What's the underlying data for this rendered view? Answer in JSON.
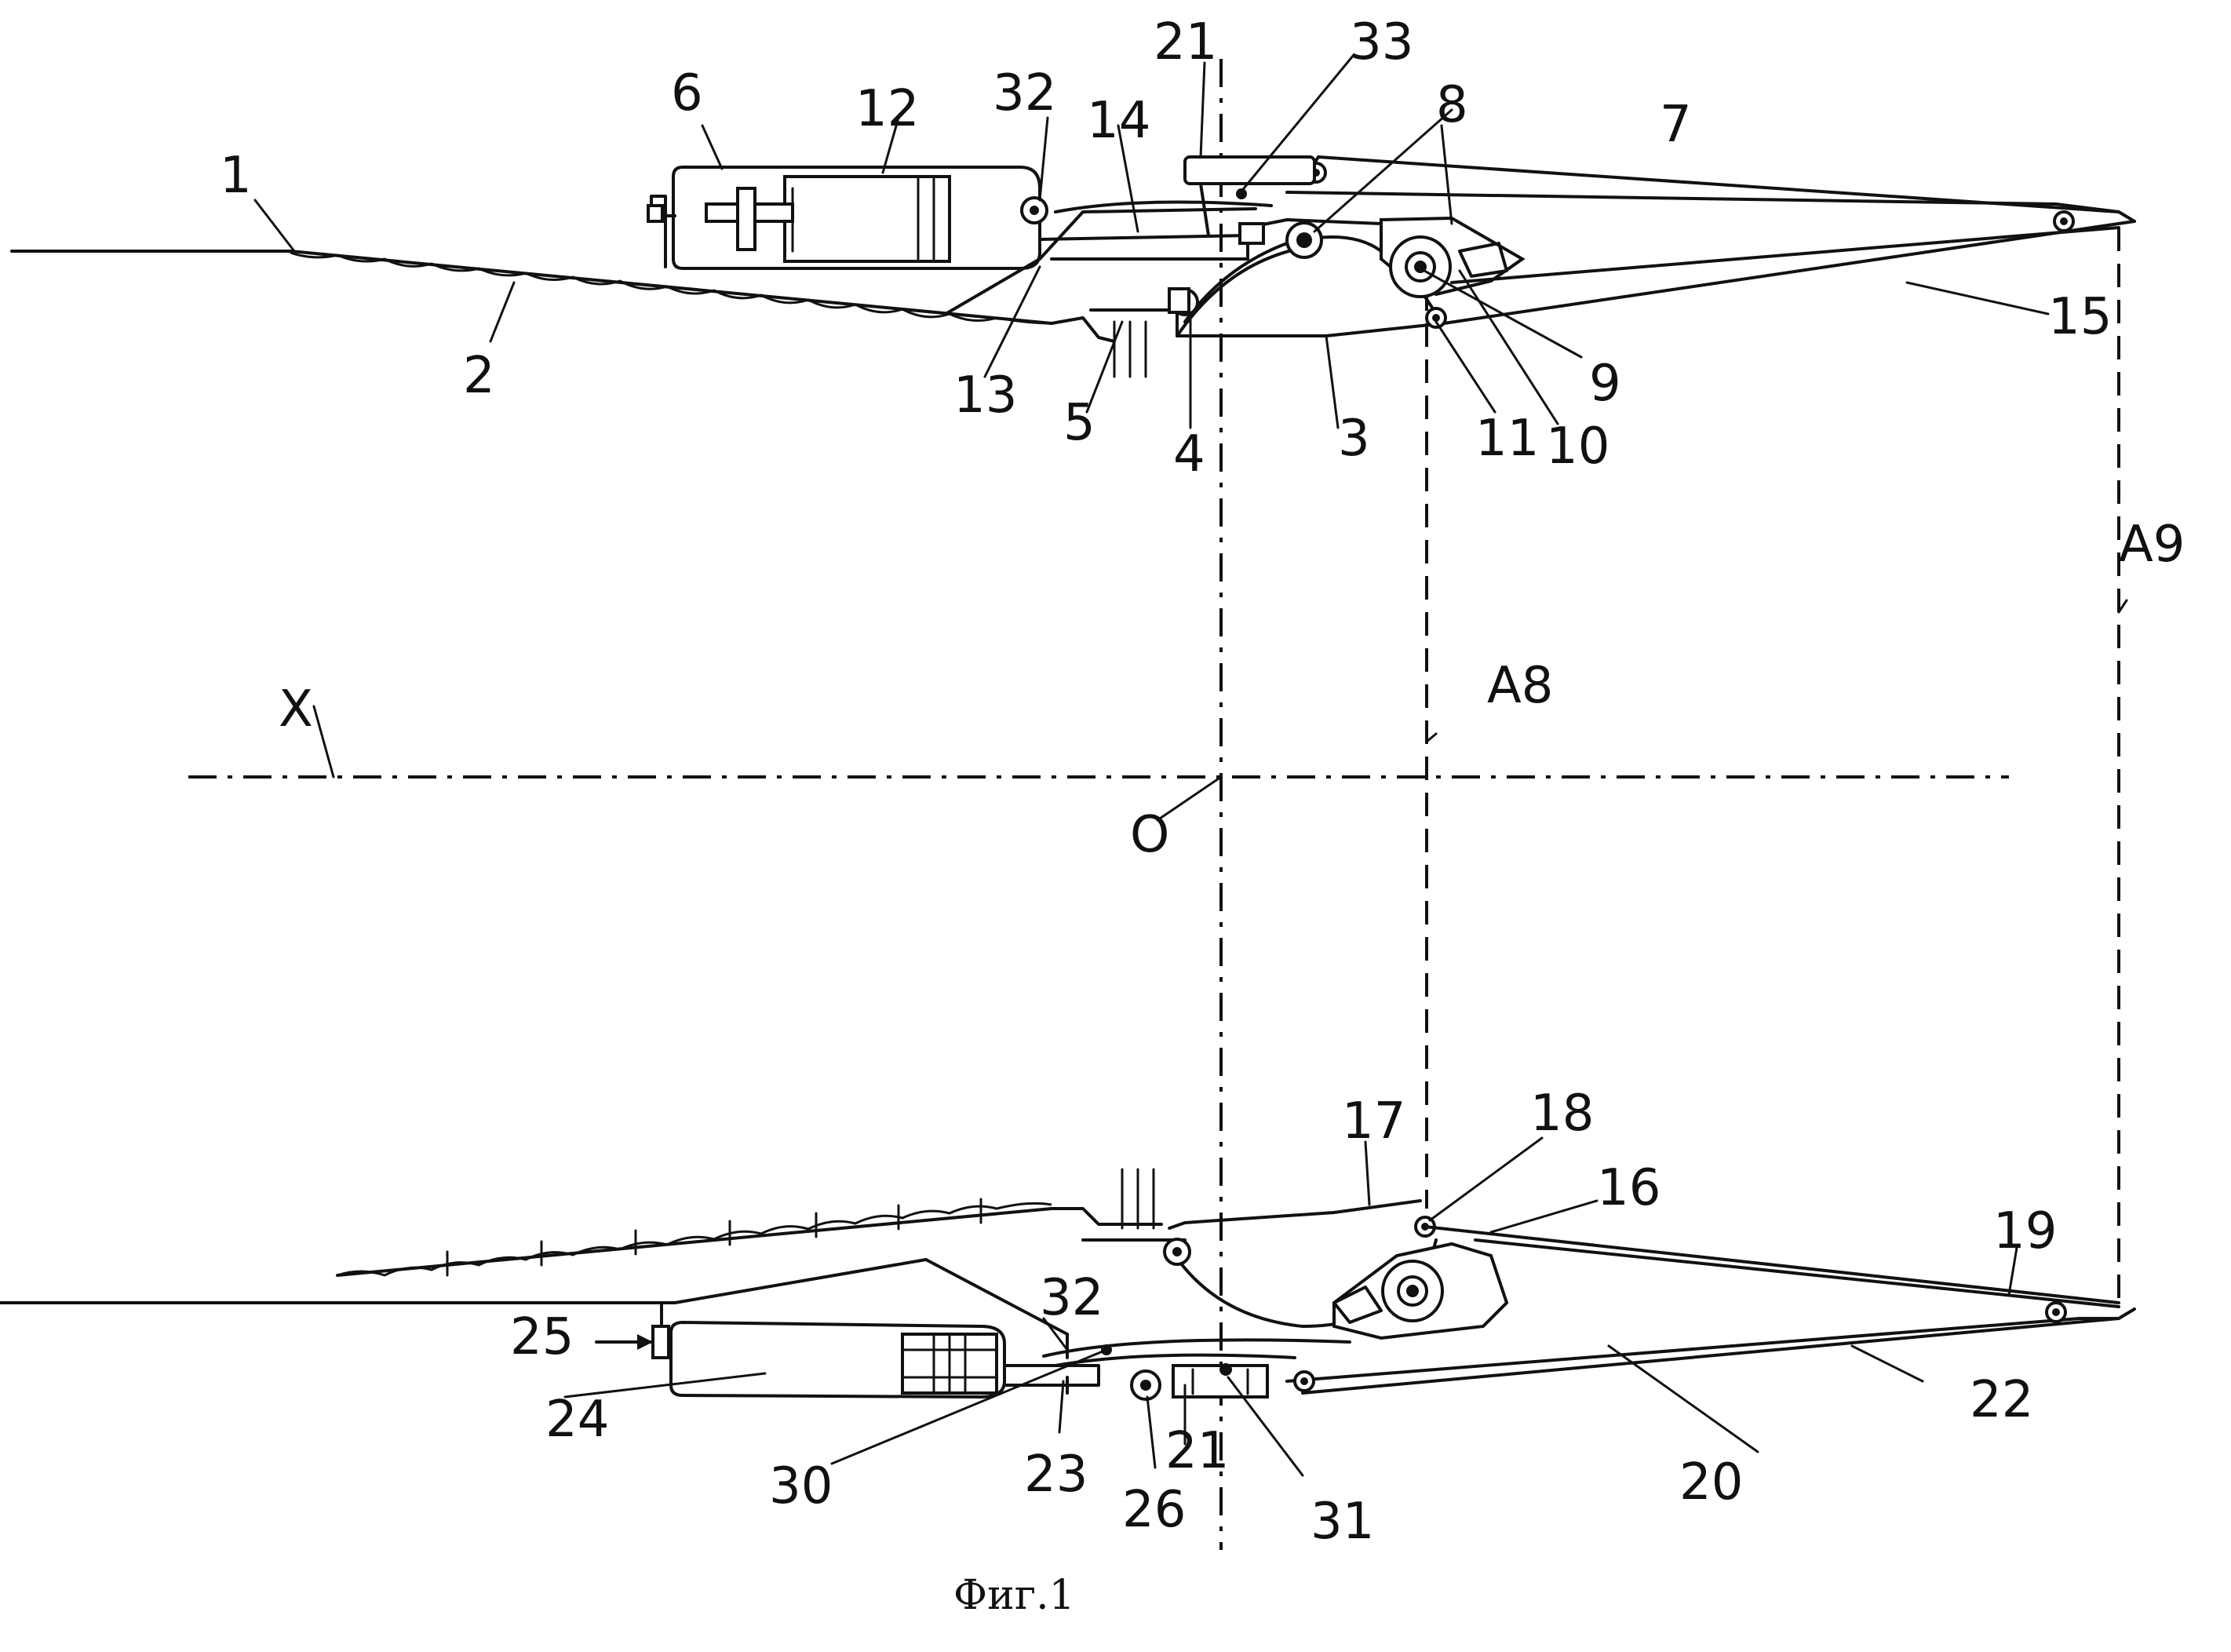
{
  "figure": {
    "caption": "Фиг.1"
  },
  "axes": {
    "x_axis": "X",
    "origin": "O",
    "section_a8": "A8",
    "section_a9": "A9"
  },
  "labels": {
    "l1": "1",
    "l2": "2",
    "l3": "3",
    "l4": "4",
    "l5": "5",
    "l6": "6",
    "l7": "7",
    "l8": "8",
    "l9": "9",
    "l10": "10",
    "l11": "11",
    "l12": "12",
    "l13": "13",
    "l14": "14",
    "l15": "15",
    "l16": "16",
    "l17": "17",
    "l18": "18",
    "l19": "19",
    "l20": "20",
    "l21_top": "21",
    "l21_bottom": "21",
    "l22": "22",
    "l23": "23",
    "l24": "24",
    "l25": "25",
    "l26": "26",
    "l30": "30",
    "l31": "31",
    "l32_top": "32",
    "l32_bottom": "32",
    "l33": "33"
  }
}
